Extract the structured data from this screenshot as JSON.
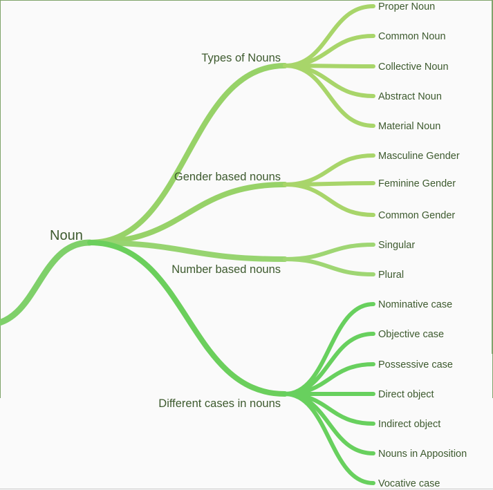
{
  "root": {
    "label": "Noun",
    "color": "#7fd06a"
  },
  "branches": [
    {
      "label": "Types of Nouns",
      "color": "#97d268",
      "leafColor": "#a8d56a",
      "leaves": [
        "Proper Noun",
        "Common Noun",
        "Collective Noun",
        "Abstract Noun",
        "Material Noun"
      ]
    },
    {
      "label": "Gender based nouns",
      "color": "#97d268",
      "leafColor": "#a8d56a",
      "leaves": [
        "Masculine Gender",
        "Feminine Gender",
        "Common Gender"
      ]
    },
    {
      "label": "Number based nouns",
      "color": "#97d470",
      "leafColor": "#9fd673",
      "leaves": [
        "Singular",
        "Plural"
      ]
    },
    {
      "label": "Different cases in nouns",
      "color": "#6bcf5c",
      "leafColor": "#68d05e",
      "leaves": [
        "Nominative case",
        "Objective case",
        "Possessive case",
        "Direct object",
        "Indirect object",
        "Nouns in Apposition",
        "Vocative case"
      ]
    }
  ]
}
